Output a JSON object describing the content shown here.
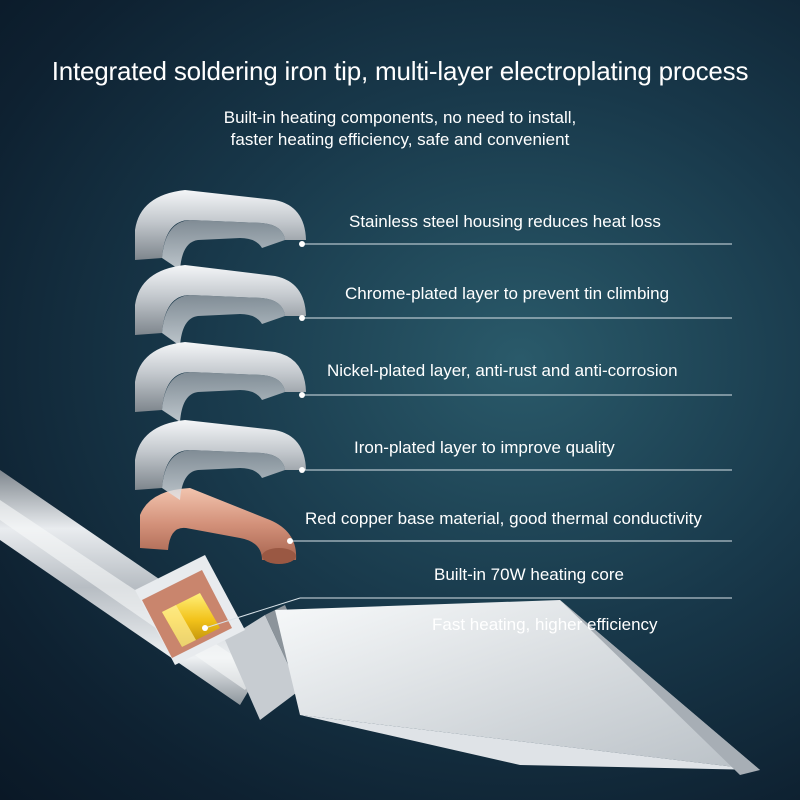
{
  "header": {
    "title": "Integrated soldering iron tip, multi-layer electroplating process",
    "subtitle_line1": "Built-in heating components, no need to install,",
    "subtitle_line2": "faster heating efficiency, safe and convenient"
  },
  "layers": [
    {
      "label": "Stainless steel housing reduces heat loss"
    },
    {
      "label": "Chrome-plated layer to prevent tin climbing"
    },
    {
      "label": "Nickel-plated layer, anti-rust and anti-corrosion"
    },
    {
      "label": "Iron-plated layer to improve quality"
    },
    {
      "label": "Red copper base material, good thermal conductivity"
    },
    {
      "label": "Built-in 70W heating core"
    },
    {
      "label": "Fast heating, higher efficiency"
    }
  ],
  "colors": {
    "background": "#18384a",
    "silver": "#c9ced3",
    "copper": "#d99a7e",
    "core": "#f2c21a",
    "line": "#d8e2e8"
  }
}
